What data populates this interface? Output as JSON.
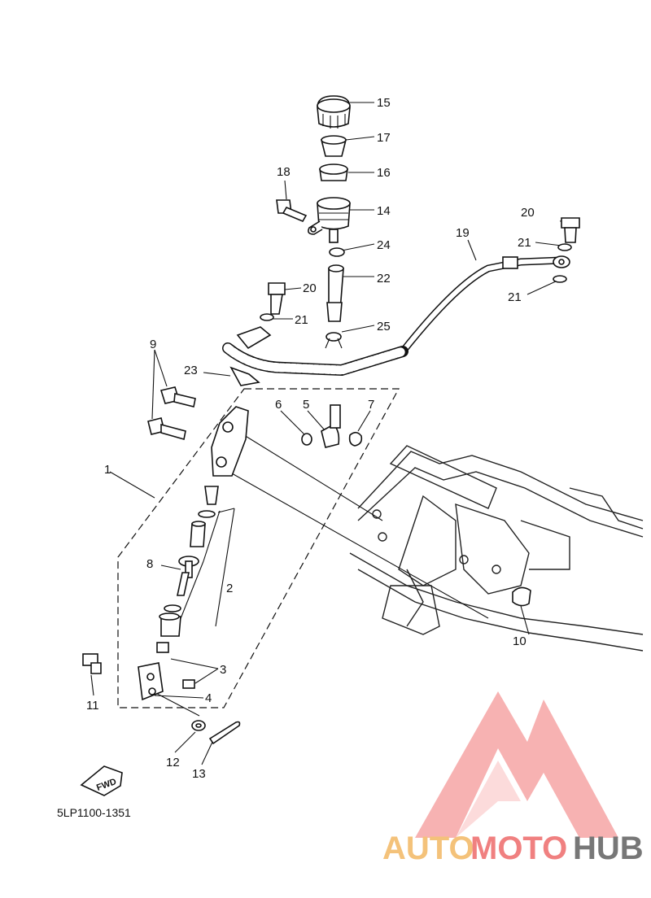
{
  "callouts": {
    "c1": "1",
    "c2": "2",
    "c3": "3",
    "c4": "4",
    "c5": "5",
    "c6": "6",
    "c7": "7",
    "c8": "8",
    "c9": "9",
    "c10": "10",
    "c11": "11",
    "c12": "12",
    "c13": "13",
    "c14": "14",
    "c15": "15",
    "c16": "16",
    "c17": "17",
    "c18": "18",
    "c19": "19",
    "c20a": "20",
    "c20b": "20",
    "c21a": "21",
    "c21b": "21",
    "c21c": "21",
    "c22": "22",
    "c23": "23",
    "c24": "24",
    "c25": "25"
  },
  "fwd_label": "FWD",
  "diagram_code": "5LP1100-1351",
  "watermark": {
    "auto": "AUTO",
    "moto": "MOTO",
    "hub": "HUB",
    "colors": {
      "auto": "#f4c27a",
      "moto": "#f08080",
      "hub": "#777777"
    }
  }
}
